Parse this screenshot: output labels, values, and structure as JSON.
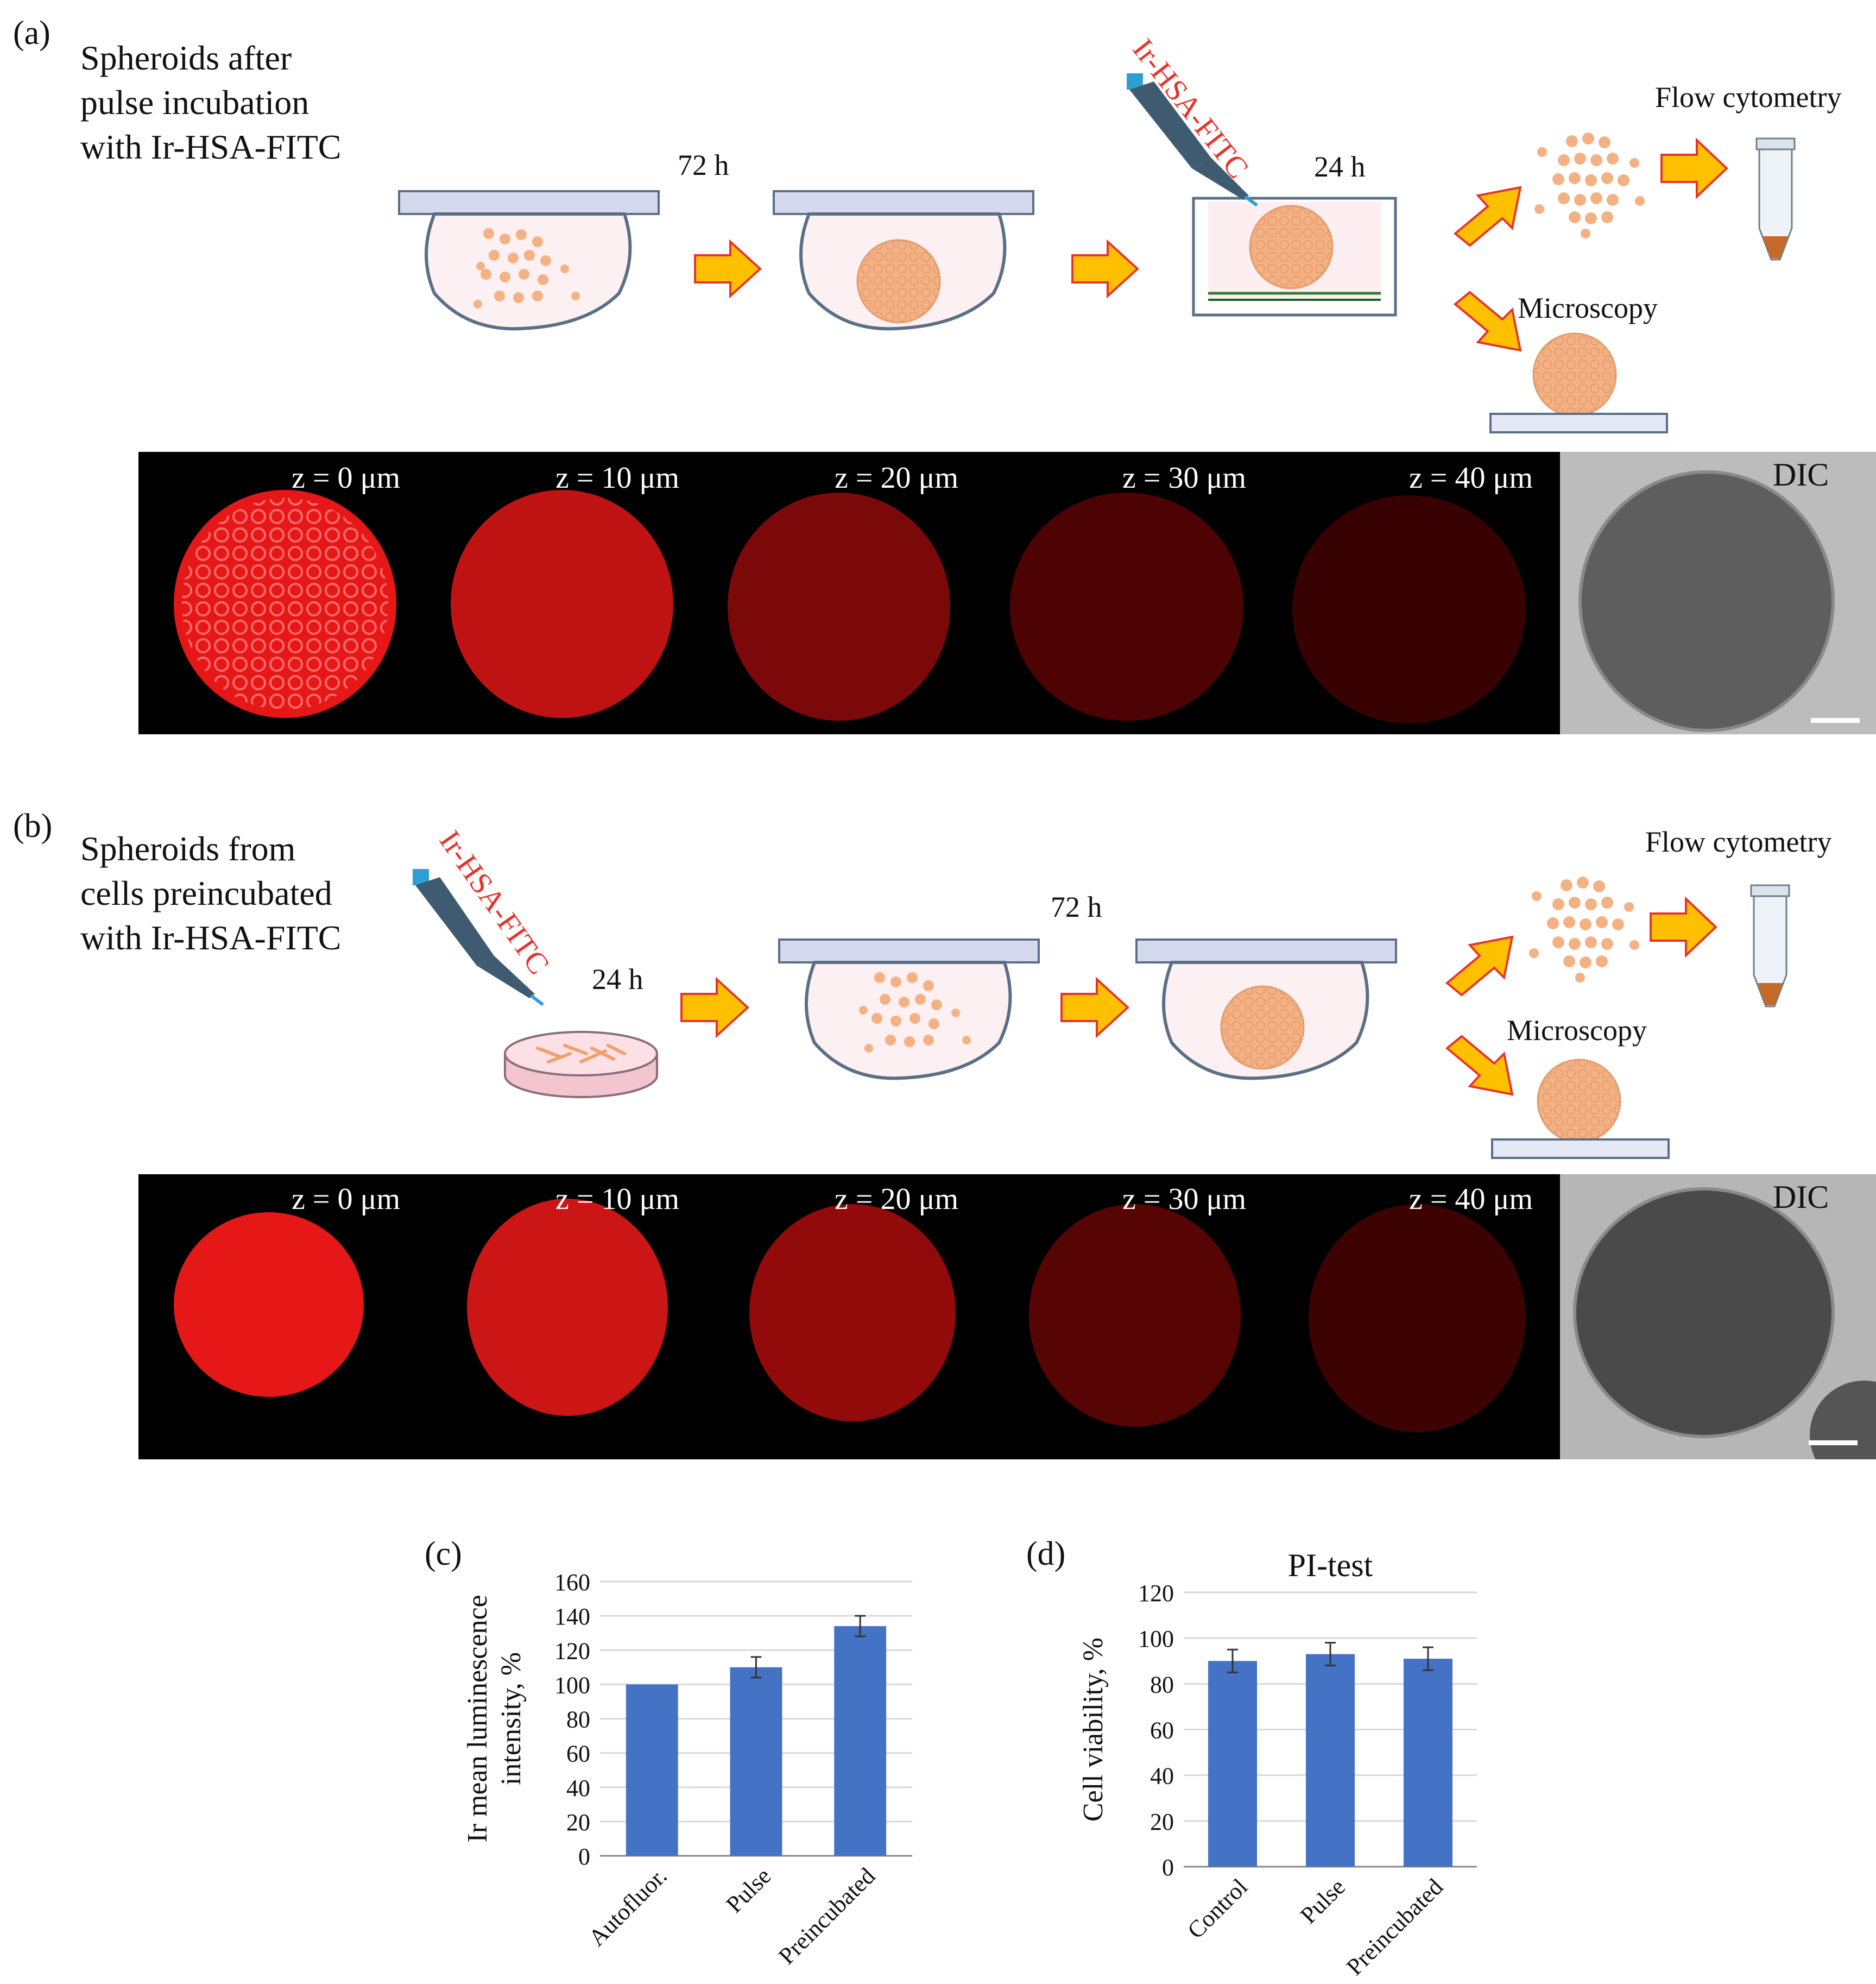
{
  "panel_a": {
    "letter": "(a)",
    "title_lines": [
      "Spheroids after",
      "pulse incubation",
      "with Ir-HSA-FITC"
    ],
    "time_1": "72 h",
    "reagent": "Ir-HSA-FITC",
    "time_2": "24 h",
    "flow": "Flow cytometry",
    "microscopy": "Microscopy",
    "z_labels": [
      "z = 0 μm",
      "z = 10 μm",
      "z = 20 μm",
      "z = 30 μm",
      "z = 40 μm"
    ],
    "dic": "DIC",
    "intensity": [
      1.0,
      0.85,
      0.6,
      0.38,
      0.3
    ]
  },
  "panel_b": {
    "letter": "(b)",
    "title_lines": [
      "Spheroids from",
      "cells preincubated",
      "with Ir-HSA-FITC"
    ],
    "reagent": "Ir-HSA-FITC",
    "time_1": "24 h",
    "time_2": "72 h",
    "flow": "Flow cytometry",
    "microscopy": "Microscopy",
    "z_labels": [
      "z = 0 μm",
      "z = 10 μm",
      "z = 20 μm",
      "z = 30 μm",
      "z = 40 μm"
    ],
    "dic": "DIC",
    "intensity": [
      1.0,
      0.9,
      0.72,
      0.48,
      0.36
    ]
  },
  "colors": {
    "bar": "#4472c4",
    "arrow": "#ffc000",
    "arrow_edge": "#e8332c",
    "spheroid": "#f4b183",
    "plate": "#d4d9ee"
  },
  "chart_data": [
    {
      "type": "bar",
      "panel": "(c)",
      "title": "",
      "categories": [
        "Autofluor.",
        "Pulse",
        "Preincubated"
      ],
      "values": [
        100,
        110,
        134
      ],
      "errors": [
        0,
        6,
        6
      ],
      "ylabel": "Ir mean luminescence intensity, %",
      "ylim": [
        0,
        160
      ],
      "yticks": [
        0,
        20,
        40,
        60,
        80,
        100,
        120,
        140,
        160
      ],
      "grid": true
    },
    {
      "type": "bar",
      "panel": "(d)",
      "title": "PI-test",
      "categories": [
        "Control",
        "Pulse",
        "Preincubated"
      ],
      "values": [
        90,
        93,
        91
      ],
      "errors": [
        5,
        5,
        5
      ],
      "ylabel": "Cell viability, %",
      "ylim": [
        0,
        120
      ],
      "yticks": [
        0,
        20,
        40,
        60,
        80,
        100,
        120
      ],
      "grid": true
    }
  ]
}
